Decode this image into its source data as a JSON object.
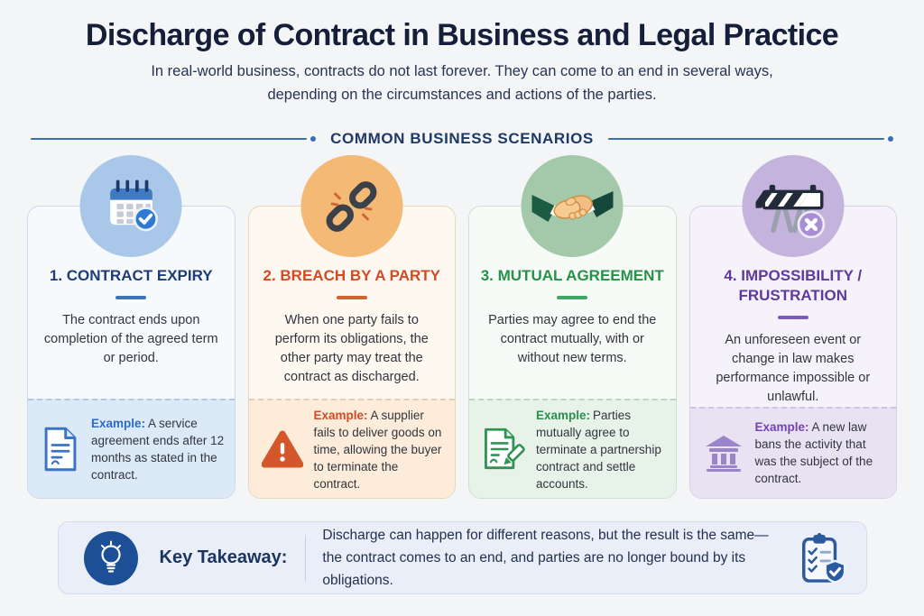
{
  "header": {
    "title": "Discharge of Contract in Business and Legal Practice",
    "subtitle_line1": "In real-world business, contracts do not last forever. They can come to an end in several ways,",
    "subtitle_line2": "depending on the circumstances and actions of the parties."
  },
  "section": {
    "title": "COMMON BUSINESS SCENARIOS",
    "colors": {
      "accent": "#1d3a67",
      "line": "#3a6db3"
    }
  },
  "cards": [
    {
      "title": "1. CONTRACT EXPIRY",
      "description": "The contract ends upon completion of the agreed term or period.",
      "example_label": "Example:",
      "example_text": "A service agreement ends after 12 months as stated in the contract.",
      "icon": "calendar-check-icon",
      "example_icon": "contract-document-icon",
      "colors": {
        "accent": "#1e3c78",
        "divider": "#3c74b8",
        "card_bg": "#f7fafd",
        "border": "#ccd9e8",
        "example_bg": "#dce9f7",
        "icon_bg": "#a9c8e9",
        "example_label": "#2d6cc0",
        "dash": "#b7c6da"
      }
    },
    {
      "title": "2. BREACH BY A PARTY",
      "description": "When one party fails to perform its obligations, the other party may treat the contract as discharged.",
      "example_label": "Example:",
      "example_text": "A supplier fails to deliver goods on time, allowing the buyer to terminate the contract.",
      "icon": "broken-chain-icon",
      "example_icon": "warning-triangle-icon",
      "colors": {
        "accent": "#d14b26",
        "divider": "#d2622f",
        "card_bg": "#fdf8f0",
        "border": "#e9d6bd",
        "example_bg": "#fcecd9",
        "icon_bg": "#f3b975",
        "example_label": "#d14b26",
        "dash": "#e3cdb4"
      }
    },
    {
      "title": "3. MUTUAL AGREEMENT",
      "description": "Parties may agree to end the contract mutually, with or without new terms.",
      "example_label": "Example:",
      "example_text": "Parties mutually agree to terminate a partnership contract and settle accounts.",
      "icon": "handshake-icon",
      "example_icon": "signed-document-icon",
      "colors": {
        "accent": "#27914a",
        "divider": "#3fa763",
        "card_bg": "#f7fbf7",
        "border": "#cfe0d2",
        "example_bg": "#e7f2e8",
        "icon_bg": "#a3c9aa",
        "example_label": "#27914a",
        "dash": "#bdd5c2"
      }
    },
    {
      "title": "4. IMPOSSIBILITY / FRUSTRATION",
      "description": "An unforeseen event or change in law makes performance impossible or unlawful.",
      "example_label": "Example:",
      "example_text": "A new law bans the activity that was the subject of the contract.",
      "icon": "roadblock-icon",
      "example_icon": "bank-building-icon",
      "colors": {
        "accent": "#5f3a9e",
        "divider": "#7c5cb4",
        "card_bg": "#f5f3f9",
        "border": "#d9d1e7",
        "example_bg": "#e9e2f3",
        "icon_bg": "#c3b3dd",
        "example_label": "#7443b8",
        "dash": "#cfc4e2"
      }
    }
  ],
  "takeaway": {
    "label": "Key Takeaway:",
    "line1": "Discharge can happen for different reasons, but the result is the same—",
    "line2": "the contract comes to an end, and parties are no longer bound by its obligations.",
    "icon": "lightbulb-icon",
    "badge_icon": "clipboard-shield-icon",
    "colors": {
      "bg": "#e9eef8",
      "border": "#d5ddef",
      "circle": "#1c4f96",
      "label": "#1c3461",
      "text": "#22304f"
    }
  }
}
